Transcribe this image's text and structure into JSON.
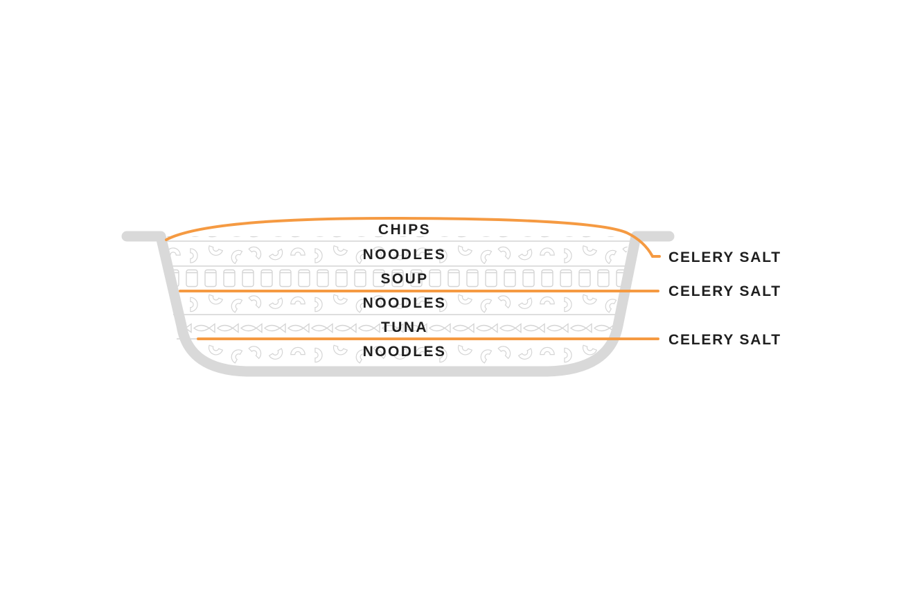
{
  "layers": [
    {
      "label": "CHIPS",
      "pattern": "chips"
    },
    {
      "label": "NOODLES",
      "pattern": "noodles"
    },
    {
      "label": "SOUP",
      "pattern": "cans"
    },
    {
      "label": "NOODLES",
      "pattern": "noodles"
    },
    {
      "label": "TUNA",
      "pattern": "fish"
    },
    {
      "label": "NOODLES",
      "pattern": "noodles"
    }
  ],
  "annotations": [
    {
      "label": "CELERY SALT"
    },
    {
      "label": "CELERY SALT"
    },
    {
      "label": "CELERY SALT"
    }
  ],
  "colors": {
    "dish": "#d9d9d9",
    "accent": "#f59a42",
    "doodle": "#d4d4d4",
    "text": "#1f1f1f"
  }
}
